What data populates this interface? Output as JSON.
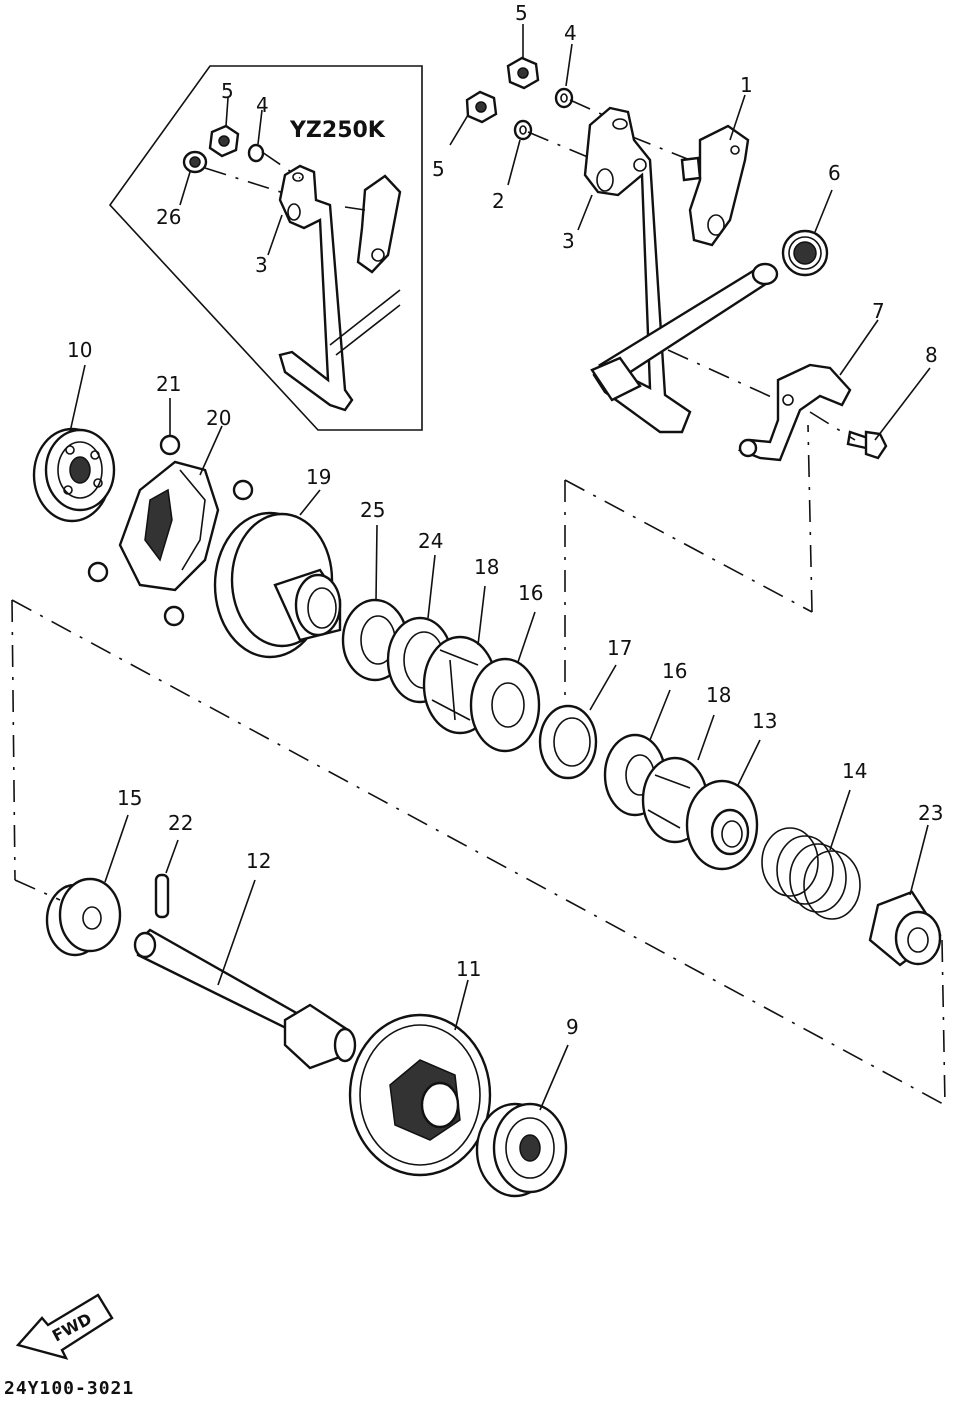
{
  "inset_title": "YZ250K",
  "fwd_label": "FWD",
  "reference_code": "24Y100-3021",
  "callouts": [
    {
      "id": "c1",
      "text": "1"
    },
    {
      "id": "c2",
      "text": "2"
    },
    {
      "id": "c3",
      "text": "3"
    },
    {
      "id": "c4",
      "text": "4"
    },
    {
      "id": "c5a",
      "text": "5"
    },
    {
      "id": "c5b",
      "text": "5"
    },
    {
      "id": "c6",
      "text": "6"
    },
    {
      "id": "c7",
      "text": "7"
    },
    {
      "id": "c8",
      "text": "8"
    },
    {
      "id": "c9",
      "text": "9"
    },
    {
      "id": "c10",
      "text": "10"
    },
    {
      "id": "c11",
      "text": "11"
    },
    {
      "id": "c12",
      "text": "12"
    },
    {
      "id": "c13",
      "text": "13"
    },
    {
      "id": "c14",
      "text": "14"
    },
    {
      "id": "c15",
      "text": "15"
    },
    {
      "id": "c16a",
      "text": "16"
    },
    {
      "id": "c16b",
      "text": "16"
    },
    {
      "id": "c17",
      "text": "17"
    },
    {
      "id": "c18a",
      "text": "18"
    },
    {
      "id": "c18b",
      "text": "18"
    },
    {
      "id": "c19",
      "text": "19"
    },
    {
      "id": "c20",
      "text": "20"
    },
    {
      "id": "c21",
      "text": "21"
    },
    {
      "id": "c22",
      "text": "22"
    },
    {
      "id": "c23",
      "text": "23"
    },
    {
      "id": "c24",
      "text": "24"
    },
    {
      "id": "c25",
      "text": "25"
    },
    {
      "id": "i5",
      "text": "5"
    },
    {
      "id": "i4",
      "text": "4"
    },
    {
      "id": "i26",
      "text": "26"
    },
    {
      "id": "i3",
      "text": "3"
    }
  ]
}
